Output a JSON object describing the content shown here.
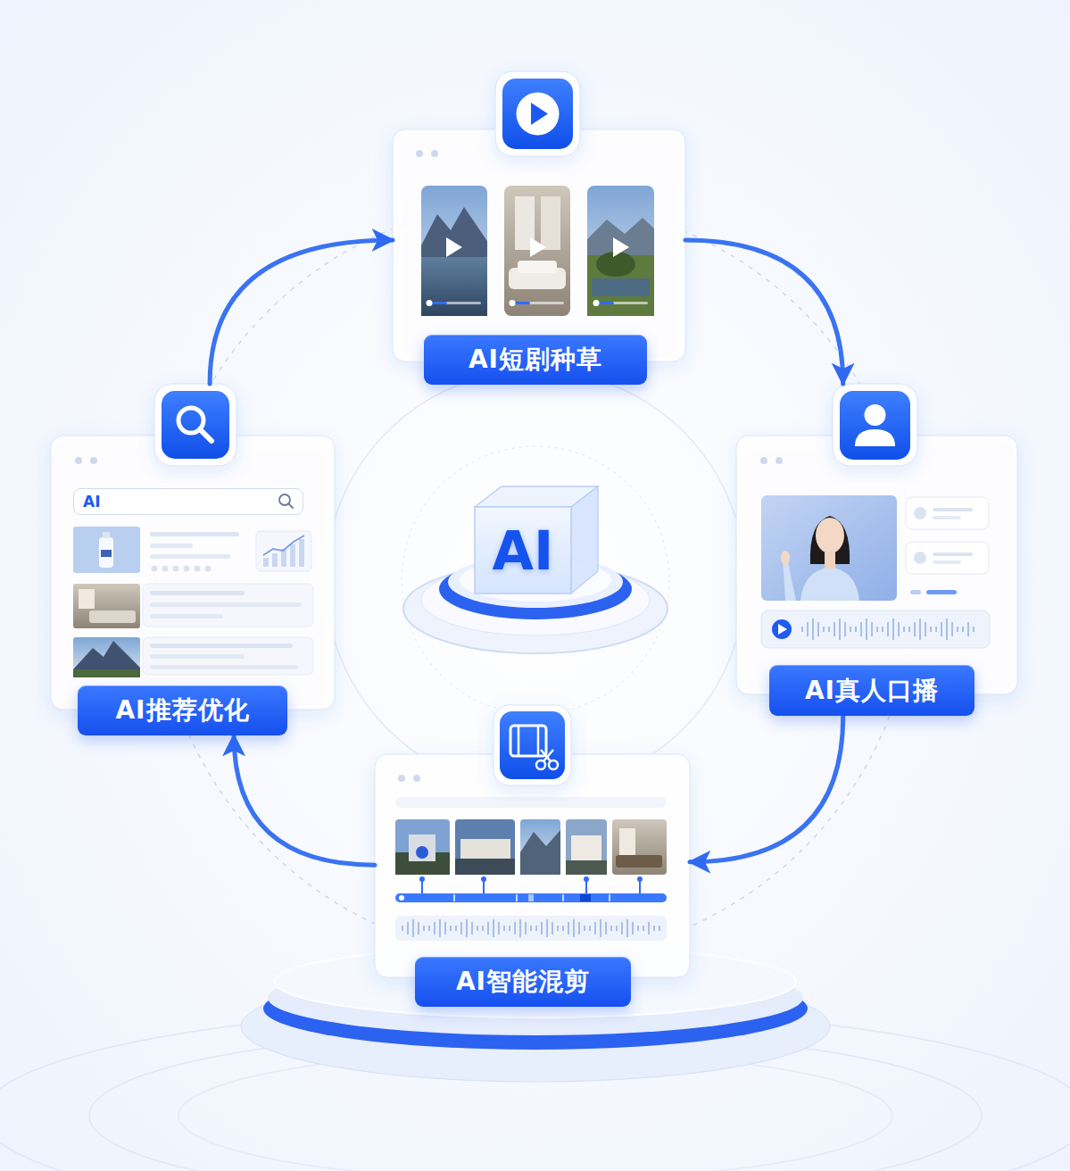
{
  "diagram": {
    "nodes": [
      {
        "text": [
          "AI短剧种草"
        ]
      },
      {
        "text": [
          "AI推荐优化"
        ]
      },
      {
        "text": [
          "AI"
        ],
        "in": 1
      },
      {
        "text": [
          "AI真人口播"
        ]
      },
      {
        "text": [
          "AI"
        ]
      },
      {
        "text": [
          "AI智能混剪"
        ]
      }
    ],
    "edges": [
      {
        "from": 0,
        "to": 3,
        "arrow": "to"
      },
      {
        "from": 3,
        "to": 5,
        "arrow": "to"
      },
      {
        "from": 5,
        "to": 1,
        "arrow": "to"
      },
      {
        "from": 1,
        "to": 0,
        "arrow": "to"
      }
    ]
  }
}
